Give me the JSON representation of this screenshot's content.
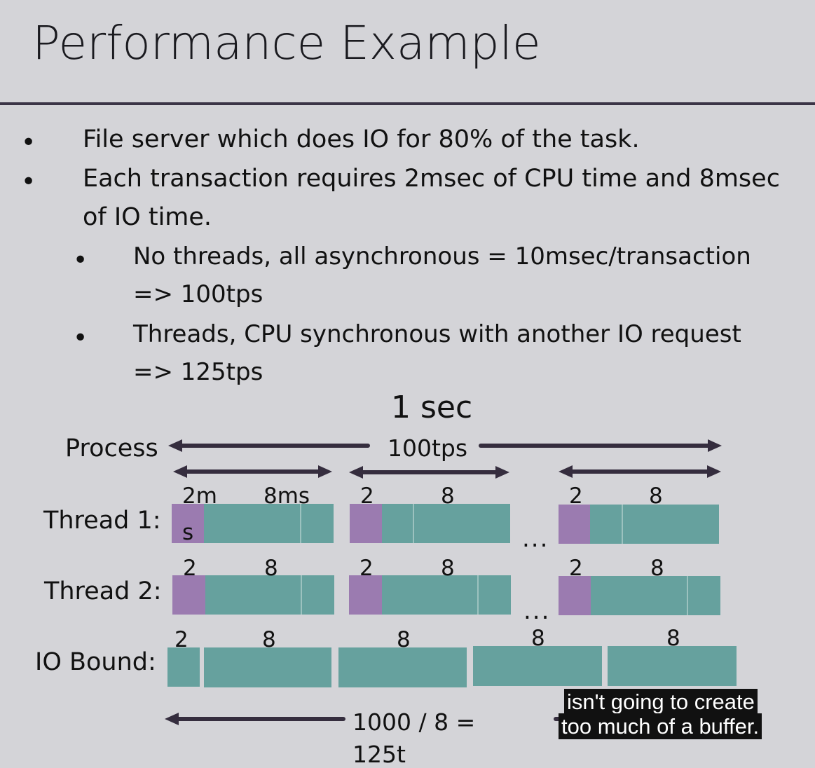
{
  "slide": {
    "title": "Performance Example",
    "bullets": [
      {
        "text": "File server which does IO for 80% of the task."
      },
      {
        "text": "Each transaction requires 2msec of CPU time and 8msec",
        "continuation": "of IO time."
      }
    ],
    "sub_bullets": [
      {
        "text": "No threads, all asynchronous = 10msec/transaction",
        "continuation": "=> 100tps"
      },
      {
        "text": "Threads, CPU synchronous with another IO request",
        "continuation": "=> 125tps"
      }
    ]
  },
  "diagram": {
    "time_label": "1 sec",
    "process_label": "Process",
    "process_rate": "100tps",
    "rows": {
      "thread1": {
        "label": "Thread 1:",
        "seg1_cpu": "2m",
        "seg1_cpu_wrap": "s",
        "seg1_io": "8ms",
        "seg2_cpu": "2",
        "seg2_io": "8",
        "seg3_cpu": "2",
        "seg3_io": "8",
        "ellipsis": "..."
      },
      "thread2": {
        "label": "Thread 2:",
        "seg1_cpu": "2",
        "seg1_io": "8",
        "seg2_cpu": "2",
        "seg2_io": "8",
        "seg3_cpu": "2",
        "seg3_io": "8",
        "ellipsis": "..."
      },
      "io_bound": {
        "label": "IO Bound:",
        "seg_cpu": "2",
        "seg1_io": "8",
        "seg2_io": "8",
        "seg3_io": "8",
        "seg4_io": "8"
      }
    },
    "formula": "1000 / 8 =",
    "formula_cut": "125t",
    "colors": {
      "cpu": "#9b7bb0",
      "io": "#66a19e",
      "arrow": "#352d3e"
    }
  },
  "subtitle": {
    "line1": "isn't going to create",
    "line2": "too much of a buffer."
  }
}
